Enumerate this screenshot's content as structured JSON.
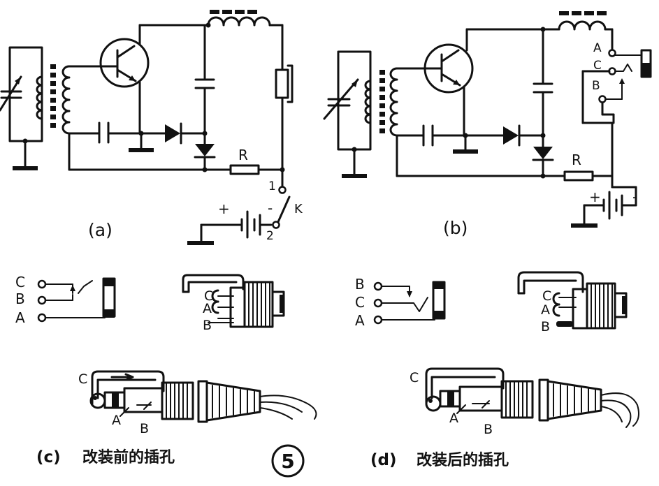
{
  "labels": {
    "a": "(a)",
    "b": "(b)",
    "R": "R",
    "K": "K",
    "plus": "+",
    "minus": "-",
    "one": "1",
    "two": "2",
    "A": "A",
    "B": "B",
    "C": "C",
    "circled": "5",
    "c_tag": "(c)",
    "c_caption": "改装前的插孔",
    "d_tag": "(d)",
    "d_caption": "改装后的插孔"
  }
}
